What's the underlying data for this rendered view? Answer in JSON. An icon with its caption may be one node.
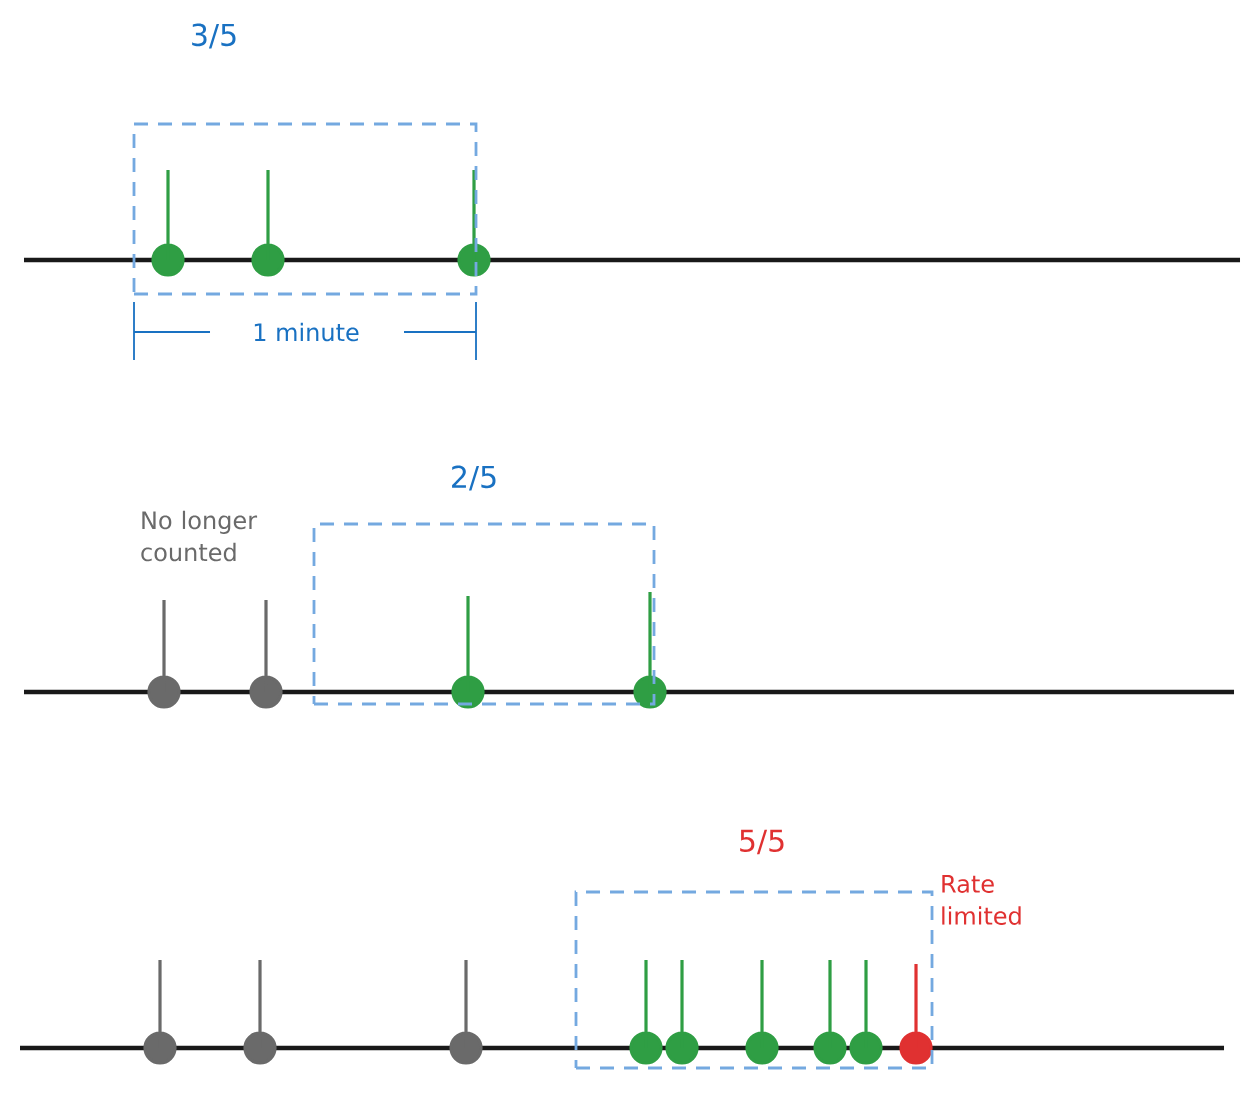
{
  "diagram": {
    "nodes": [
      {
        "text": [
          "3/5"
        ]
      },
      {
        "text": [
          "2/5"
        ]
      },
      {
        "text": [
          "5/5"
        ]
      }
    ],
    "labels": [
      "1 minute",
      "No longer counted",
      "Rate limited"
    ]
  }
}
